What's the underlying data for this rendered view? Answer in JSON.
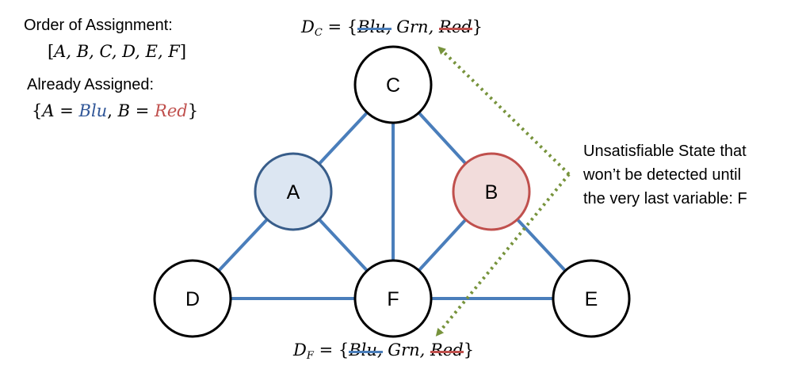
{
  "order": {
    "heading": "Order of Assignment:",
    "sequence_open": "[",
    "sequence": [
      "A",
      "B",
      "C",
      "D",
      "E",
      "F"
    ],
    "sequence_close": "]"
  },
  "assigned": {
    "heading": "Already Assigned:",
    "open": "{",
    "items": [
      {
        "var": "A",
        "eq": "=",
        "value": "Blu",
        "color": "#2f5597"
      },
      {
        "var": "B",
        "eq": "=",
        "value": "Red",
        "color": "#c0504d"
      }
    ],
    "close": "}"
  },
  "domain_c": {
    "symbol": "D",
    "subscript": "C",
    "eq": "=",
    "open": "{",
    "values": [
      {
        "text": "Blu",
        "struck": true,
        "strike_color": "#4a7ebb"
      },
      {
        "text": "Grn",
        "struck": false
      },
      {
        "text": "Red",
        "struck": true,
        "strike_color": "#c0504d"
      }
    ],
    "close": "}"
  },
  "domain_f": {
    "symbol": "D",
    "subscript": "F",
    "eq": "=",
    "open": "{",
    "values": [
      {
        "text": "Blu",
        "struck": true,
        "strike_color": "#4a7ebb"
      },
      {
        "text": "Grn",
        "struck": false
      },
      {
        "text": "Red",
        "struck": true,
        "strike_color": "#c0504d"
      }
    ],
    "close": "}"
  },
  "annotation": {
    "lines": [
      "Unsatisfiable State that",
      "won’t be detected until",
      "the very last variable: F"
    ]
  },
  "graph": {
    "nodes": [
      {
        "id": "A",
        "label": "A",
        "state": "assigned-blue"
      },
      {
        "id": "B",
        "label": "B",
        "state": "assigned-red"
      },
      {
        "id": "C",
        "label": "C",
        "state": "unassigned"
      },
      {
        "id": "D",
        "label": "D",
        "state": "unassigned"
      },
      {
        "id": "E",
        "label": "E",
        "state": "unassigned"
      },
      {
        "id": "F",
        "label": "F",
        "state": "unassigned"
      }
    ],
    "edges": [
      [
        "A",
        "C"
      ],
      [
        "A",
        "D"
      ],
      [
        "A",
        "F"
      ],
      [
        "B",
        "C"
      ],
      [
        "B",
        "E"
      ],
      [
        "B",
        "F"
      ],
      [
        "C",
        "F"
      ],
      [
        "D",
        "F"
      ],
      [
        "F",
        "E"
      ]
    ]
  },
  "colors": {
    "edge": "#4a7ebb",
    "node_stroke": "#000000",
    "node_a_fill": "#dce6f2",
    "node_a_stroke": "#385d8a",
    "node_b_fill": "#f2dcdb",
    "node_b_stroke": "#c0504d",
    "arrow": "#77933c",
    "blue_text": "#2f5597",
    "red_text": "#c0504d"
  }
}
